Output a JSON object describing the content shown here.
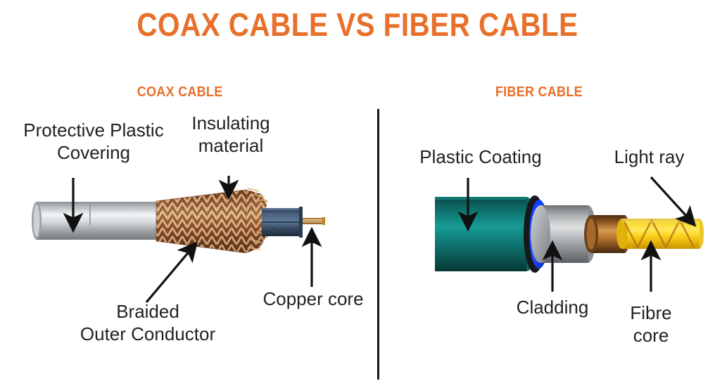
{
  "page": {
    "title": "COAX CABLE VS FIBER CABLE",
    "background_color": "#ffffff",
    "accent_color": "#E8702A",
    "label_color": "#231f20"
  },
  "sections": {
    "left": {
      "heading": "COAX CABLE",
      "labels": {
        "protective_plastic_covering": "Protective Plastic\nCovering",
        "insulating_material": "Insulating\nmaterial",
        "braided_outer_conductor": "Braided\nOuter Conductor",
        "copper_core": "Copper core"
      },
      "layer_colors": {
        "jacket": "#b9bcbe",
        "braid": "#a8582c",
        "dielectric": "#3d5673",
        "core": "#c08a46"
      }
    },
    "right": {
      "heading": "FIBER CABLE",
      "labels": {
        "plastic_coating": "Plastic Coating",
        "light_ray": "Light ray",
        "cladding": "Cladding",
        "fibre_core": "Fibre\ncore"
      },
      "layer_colors": {
        "coating": "#0f6b68",
        "outer_ring": "#1a1a1a",
        "blue_ring": "#0a2ff0",
        "cladding": "#a7a9ac",
        "buffer": "#9a5a22",
        "core": "#f5cf1e"
      }
    }
  },
  "divider": {
    "orientation": "vertical",
    "color": "#151515"
  }
}
